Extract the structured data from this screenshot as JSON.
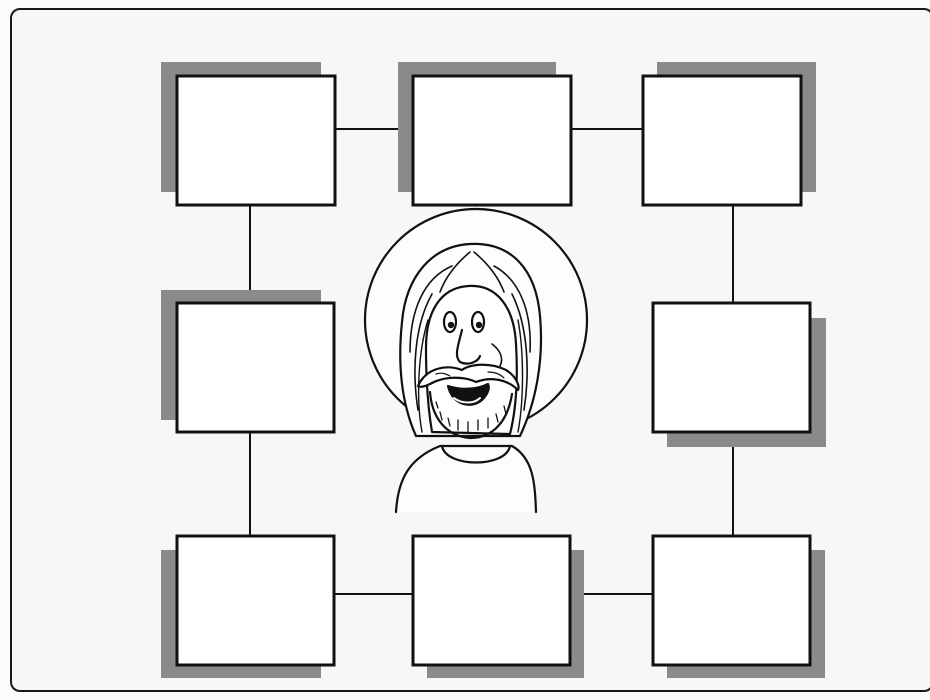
{
  "diagram": {
    "kind": "worksheet-graphic-organizer",
    "center_figure": "jesus-with-halo",
    "boxes": [
      {
        "id": "box-top-left",
        "text": ""
      },
      {
        "id": "box-top-center",
        "text": ""
      },
      {
        "id": "box-top-right",
        "text": ""
      },
      {
        "id": "box-middle-left",
        "text": ""
      },
      {
        "id": "box-middle-right",
        "text": ""
      },
      {
        "id": "box-bottom-left",
        "text": ""
      },
      {
        "id": "box-bottom-center",
        "text": ""
      },
      {
        "id": "box-bottom-right",
        "text": ""
      }
    ],
    "colors": {
      "outline": "#111111",
      "shadow": "#8a8a8a",
      "box_fill": "#ffffff",
      "background": "#f7f7f5"
    }
  }
}
